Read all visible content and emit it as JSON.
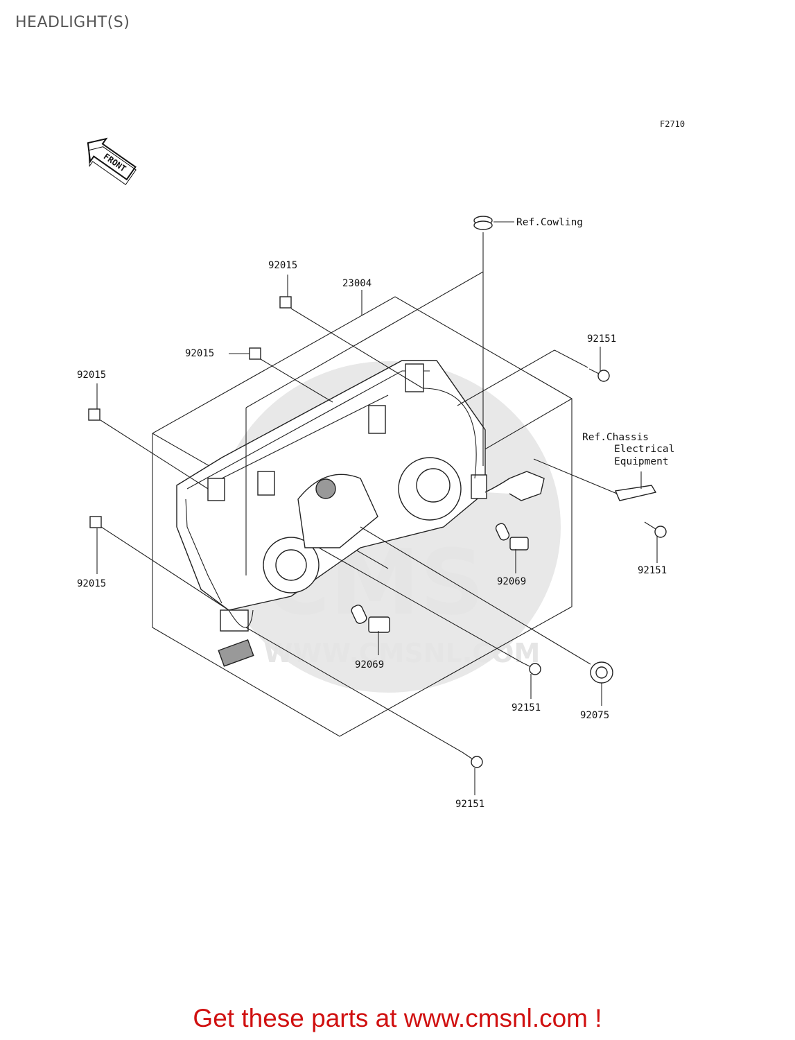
{
  "page": {
    "title": "HEADLIGHT(S)",
    "figure_code": "F2710"
  },
  "diagram": {
    "direction_arrow": "FRONT",
    "watermark": {
      "logo": "CMS",
      "url": "WWW.CMSNL.COM"
    },
    "part_labels": {
      "p23004": "23004",
      "p92015_a": "92015",
      "p92015_b": "92015",
      "p92015_c": "92015",
      "p92015_d": "92015",
      "p92151_a": "92151",
      "p92151_b": "92151",
      "p92151_c": "92151",
      "p92151_d": "92151",
      "p92069_a": "92069",
      "p92069_b": "92069",
      "p92075": "92075"
    },
    "references": {
      "cowling": "Ref.Cowling",
      "chassis_line1": "Ref.Chassis",
      "chassis_line2": "Electrical",
      "chassis_line3": "Equipment"
    }
  },
  "footer": {
    "cta": "Get these parts at www.cmsnl.com !"
  }
}
